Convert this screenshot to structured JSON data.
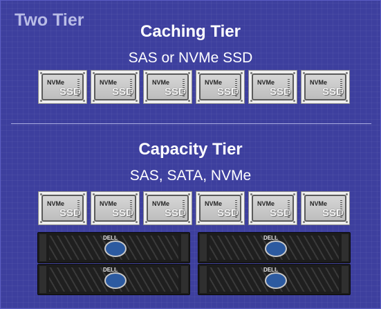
{
  "corner_label": "Two Tier",
  "caching": {
    "title": "Caching Tier",
    "subtitle": "SAS or NVMe SSD",
    "drives": [
      {
        "protocol": "NVMe",
        "type": "SSD"
      },
      {
        "protocol": "NVMe",
        "type": "SSD"
      },
      {
        "protocol": "NVMe",
        "type": "SSD"
      },
      {
        "protocol": "NVMe",
        "type": "SSD"
      },
      {
        "protocol": "NVMe",
        "type": "SSD"
      },
      {
        "protocol": "NVMe",
        "type": "SSD"
      }
    ]
  },
  "capacity": {
    "title": "Capacity Tier",
    "subtitle": "SAS, SATA, NVMe",
    "drives": [
      {
        "protocol": "NVMe",
        "type": "SSD"
      },
      {
        "protocol": "NVMe",
        "type": "SSD"
      },
      {
        "protocol": "NVMe",
        "type": "SSD"
      },
      {
        "protocol": "NVMe",
        "type": "SSD"
      },
      {
        "protocol": "NVMe",
        "type": "SSD"
      },
      {
        "protocol": "NVMe",
        "type": "SSD"
      }
    ]
  },
  "server_brand": "DELL",
  "server_count": 4,
  "colors": {
    "background": "#3d3f9e",
    "corner_label": "#b9bce6",
    "text": "#ffffff",
    "divider": "#a9abe0"
  }
}
